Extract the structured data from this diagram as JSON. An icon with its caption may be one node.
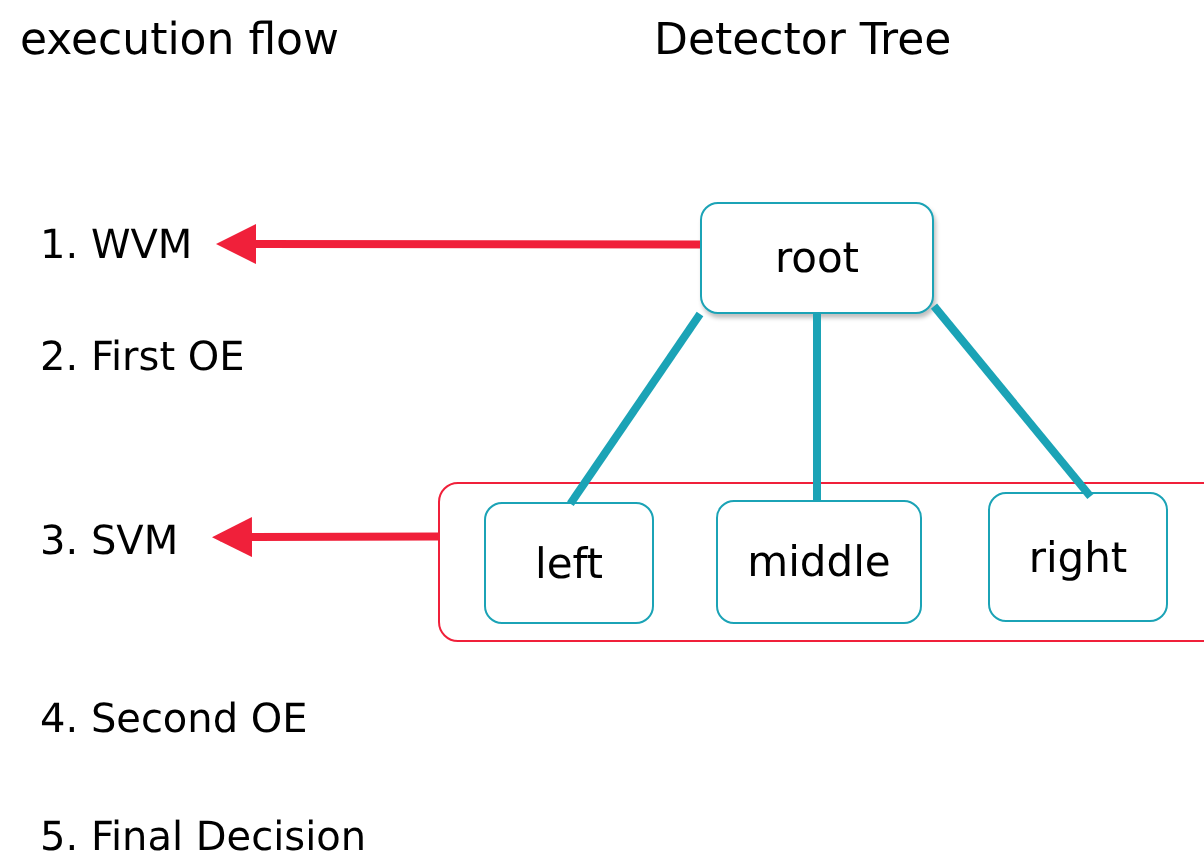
{
  "diagram": {
    "nodes": [
      {
        "text": [
          "1. WVM"
        ]
      },
      {
        "text": [
          "root"
        ]
      },
      {
        "text": [
          "3. SVM"
        ]
      },
      {
        "text": [],
        "shape": "box"
      },
      {
        "text": [
          "left"
        ],
        "in": 3
      },
      {
        "text": [
          "middle"
        ],
        "in": 3
      },
      {
        "text": [
          "right"
        ],
        "in": 3
      }
    ],
    "edges": [
      {
        "from": 1,
        "to": 0,
        "arrow": "to",
        "color": "#f0203a"
      },
      {
        "from": 3,
        "to": 2,
        "arrow": "to",
        "color": "#f0203a"
      },
      {
        "from": 1,
        "to": 4,
        "arrow": "none"
      },
      {
        "from": 1,
        "to": 5,
        "arrow": "none"
      },
      {
        "from": 1,
        "to": 6,
        "arrow": "none"
      }
    ],
    "labels": [
      "execution flow",
      "Detector Tree",
      "2. First OE",
      "4. Second OE",
      "5. Final Decision"
    ]
  }
}
